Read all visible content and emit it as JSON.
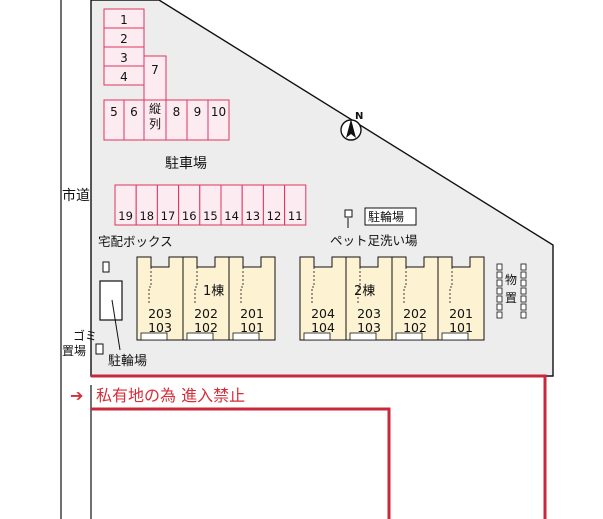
{
  "road": {
    "label": "市道"
  },
  "parking": {
    "label": "駐車場",
    "vertical_column_label": "縦列",
    "top_stack": [
      "1",
      "2",
      "3",
      "4"
    ],
    "column_spot": "7",
    "row_spots": [
      "5",
      "6",
      "8",
      "9",
      "10"
    ],
    "bottom_row": [
      "19",
      "18",
      "17",
      "16",
      "15",
      "14",
      "13",
      "12",
      "11"
    ]
  },
  "north": {
    "label": "N"
  },
  "bike_parking_right": {
    "label": "駐輪場"
  },
  "bike_parking_left": {
    "label": "駐輪場"
  },
  "pet_wash": {
    "label": "ペット足洗い場"
  },
  "delivery_box": {
    "label": "宅配ボックス"
  },
  "garbage": {
    "label": "ゴミ置場"
  },
  "storage": {
    "label": "物置"
  },
  "building1": {
    "label": "1棟",
    "units": [
      {
        "upper": "203",
        "lower": "103"
      },
      {
        "upper": "202",
        "lower": "102"
      },
      {
        "upper": "201",
        "lower": "101"
      }
    ]
  },
  "building2": {
    "label": "2棟",
    "units": [
      {
        "upper": "204",
        "lower": "104"
      },
      {
        "upper": "203",
        "lower": "103"
      },
      {
        "upper": "202",
        "lower": "102"
      },
      {
        "upper": "201",
        "lower": "101"
      }
    ]
  },
  "notice": {
    "arrow": "➔",
    "text": "私有地の為 進入禁止"
  },
  "colors": {
    "lot": "#ededed",
    "parking_fill": "#fdebf2",
    "parking_line": "#e0345e",
    "building": "#fdf3d3",
    "notice": "#d62e3b",
    "boundary": "#c8283a"
  }
}
